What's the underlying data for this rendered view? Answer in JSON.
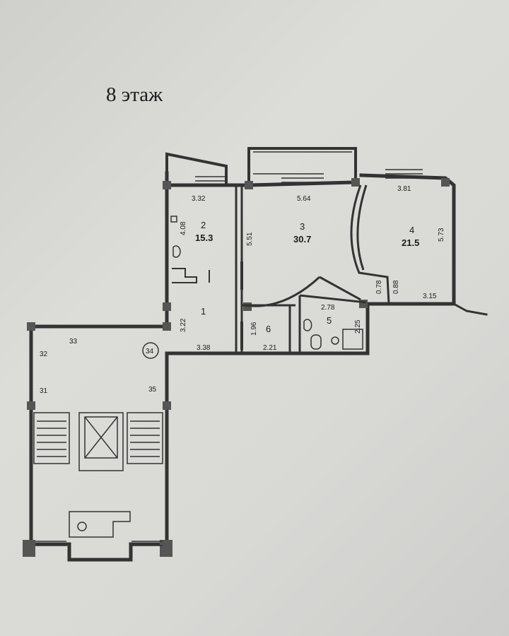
{
  "floor_title": "8 этаж",
  "rooms": [
    {
      "id": "r2",
      "number": "2",
      "area": "15.3"
    },
    {
      "id": "r3",
      "number": "3",
      "area": "30.7"
    },
    {
      "id": "r4",
      "number": "4",
      "area": "21.5"
    },
    {
      "id": "r1",
      "number": "1"
    },
    {
      "id": "r5",
      "number": "5"
    },
    {
      "id": "r6",
      "number": "6"
    }
  ],
  "dimensions": {
    "d332": "3.32",
    "d564": "5.64",
    "d381": "3.81",
    "d408": "4.08",
    "d551": "5.51",
    "d573": "5.73",
    "d078": "0.78",
    "d088": "0.88",
    "d315": "3.15",
    "d278": "2.78",
    "d322": "3.22",
    "d196": "1.96",
    "d225": "2.25",
    "d338": "3.38",
    "d221": "2.21"
  },
  "stair_marks": {
    "m32": "32",
    "m33": "33",
    "m31": "31",
    "m35": "35",
    "m34": "34"
  },
  "colors": {
    "wall": "#3a3a3a",
    "line": "#2a2a2a",
    "paper": "#d9d9d6"
  }
}
